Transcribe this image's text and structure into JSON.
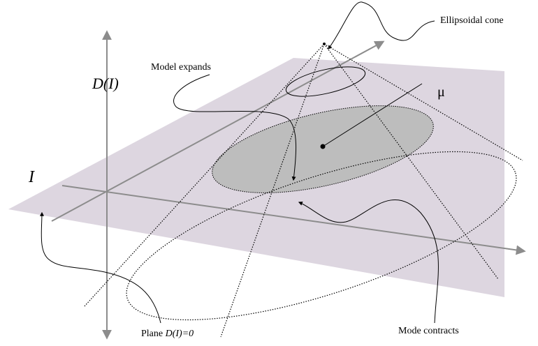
{
  "labels": {
    "ellipsoidal_cone": "Ellipsoidal cone",
    "model_expands": "Model expands",
    "mu": "μ",
    "d_of_i": "D(I)",
    "i_axis": "I",
    "plane_prefix": "Plane ",
    "plane_expr": "D(I)=0",
    "mode_contracts": "Mode contracts"
  },
  "colors": {
    "plane_fill": "#ddd6e0",
    "ellipse_fill": "#bdbdbd",
    "axis_gray": "#8c8c8c",
    "line": "#000000"
  }
}
